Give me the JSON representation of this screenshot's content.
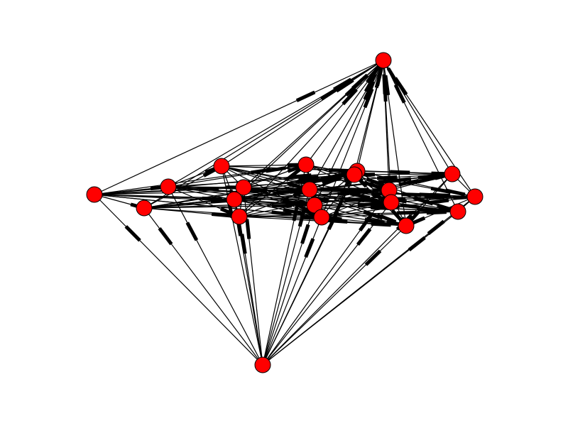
{
  "diagram": {
    "type": "directed-graph",
    "node_color": "#ff0000",
    "node_outline_color": "#000000",
    "edge_color": "#000000",
    "background": "#ffffff",
    "grid": false,
    "nodes": [
      {
        "id": "n0"
      },
      {
        "id": "n1"
      },
      {
        "id": "n2"
      },
      {
        "id": "n3"
      },
      {
        "id": "n4"
      },
      {
        "id": "n5"
      },
      {
        "id": "n6"
      },
      {
        "id": "n7"
      },
      {
        "id": "n8"
      },
      {
        "id": "n9"
      },
      {
        "id": "n10"
      },
      {
        "id": "n11"
      },
      {
        "id": "n12"
      },
      {
        "id": "n13"
      },
      {
        "id": "n14"
      },
      {
        "id": "n15"
      },
      {
        "id": "n16"
      },
      {
        "id": "n17"
      },
      {
        "id": "n18"
      },
      {
        "id": "n19"
      },
      {
        "id": "n20"
      }
    ],
    "hub_nodes": [
      "n0",
      "n20"
    ]
  }
}
